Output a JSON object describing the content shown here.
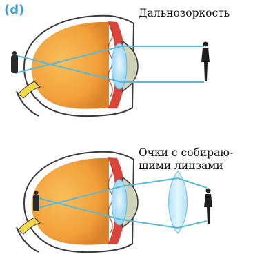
{
  "panel_label": "(d)",
  "captions": {
    "top": "Дальнозоркость",
    "bottom_line1": "Очки с собираю-",
    "bottom_line2": "щими линзами"
  },
  "colors": {
    "eyeball": "#f2a03a",
    "choroid": "#d8453a",
    "lens": "#a9dcf3",
    "rays": "#5ab8d8",
    "cornea": "#cfd2b8",
    "optic_nerve": "#f4d84a",
    "label": "#3f9fd6"
  }
}
